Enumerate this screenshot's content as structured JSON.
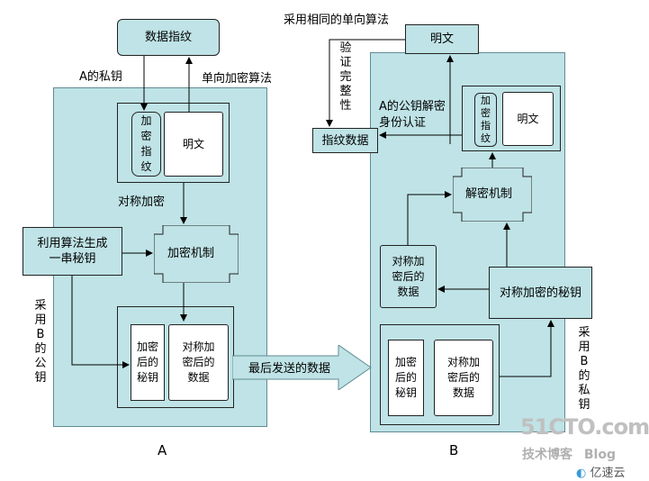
{
  "top_box": "数据指纹",
  "label_a_private_key": "A的私钥",
  "label_one_way_hash_left": "单向加密算法",
  "left_group": {
    "fingerprint": "加密指纹",
    "plaintext": "明文"
  },
  "label_symmetric_encrypt": "对称加密",
  "generate_key_box": "利用算法生成一串秘钥",
  "encrypt_mechanism": "加密机制",
  "left_bottom_group": {
    "encrypted_key": "加密后的秘钥",
    "encrypted_data": "对称加密后的数据"
  },
  "label_use_b_public_key": "采用B的公钥",
  "final_data_arrow": "最后发送的数据",
  "label_a": "A",
  "label_same_hash": "采用相同的单向算法",
  "right_plaintext": "明文",
  "label_verify_integrity": "验证完整性",
  "label_a_public_key": "A的公钥解密身份认证",
  "fingerprint_data": "指纹数据",
  "right_group": {
    "fingerprint": "加密指纹",
    "plaintext": "明文"
  },
  "decrypt_mechanism": "解密机制",
  "right_symmetric_data": "对称加密后的数据",
  "symmetric_key_box": "对称加密的秘钥",
  "right_bottom_group": {
    "encrypted_key": "加密后的秘钥",
    "encrypted_data": "对称加密后的数据"
  },
  "label_use_b_private_key": "采用B的私钥",
  "label_b": "B",
  "watermark": {
    "site": "51CTO.com",
    "sub1": "技术博客",
    "sub2": "Blog",
    "brand": "亿速云"
  },
  "colors": {
    "panel": "#bfe3e6",
    "border": "#222222",
    "arrow": "#c8e8ea"
  }
}
